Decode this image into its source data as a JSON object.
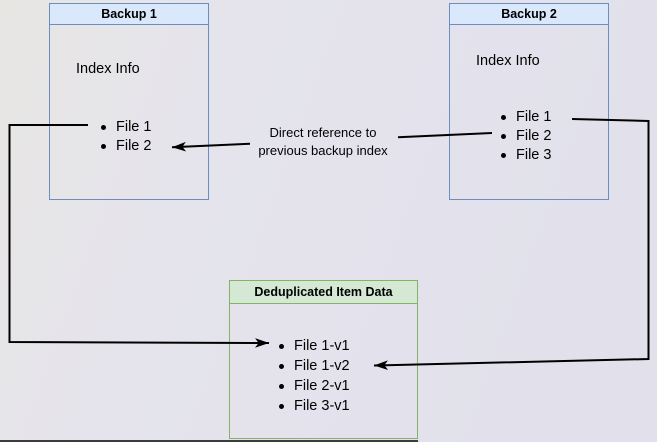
{
  "backup1": {
    "title": "Backup 1",
    "index_label": "Index Info",
    "files": [
      "File 1",
      "File 2"
    ]
  },
  "backup2": {
    "title": "Backup 2",
    "index_label": "Index Info",
    "files": [
      "File 1",
      "File 2",
      "File 3"
    ]
  },
  "dedup_store": {
    "title": "Deduplicated Item Data",
    "files": [
      "File 1-v1",
      "File 1-v2",
      "File 2-v1",
      "File 3-v1"
    ]
  },
  "edge_label": {
    "lines": [
      "Direct reference to",
      "previous backup index"
    ]
  },
  "colors": {
    "node_border_blue": "#6c8ebf",
    "node_header_blue": "#dae8fc",
    "node_border_green": "#82b366",
    "node_header_green": "#d5e8d4",
    "arrow": "#000000",
    "canvas_background": "#e5e4ec",
    "window_edge": "#3c3c40"
  }
}
